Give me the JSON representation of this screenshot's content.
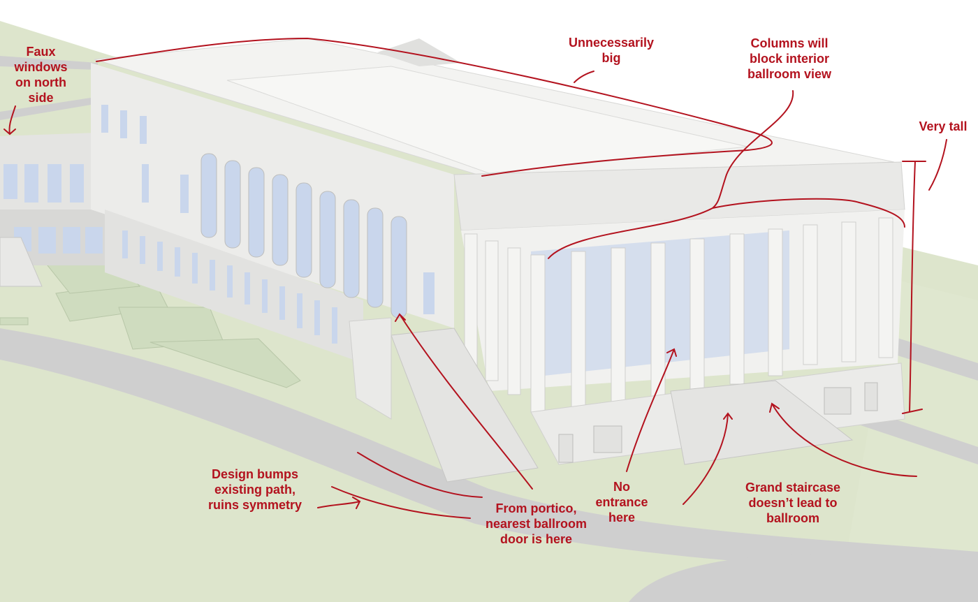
{
  "colors": {
    "annotation": "#b3121e",
    "lawn": "#dde5cc",
    "path": "#cfcfcf",
    "building": "#eeeeec",
    "building_shadow": "#d4d4d2",
    "glass": "#c9d6ec",
    "planter": "#cfdcbf",
    "background": "#ffffff"
  },
  "annotations": [
    {
      "id": "faux-windows",
      "text": "Faux\nwindows\non north\nside"
    },
    {
      "id": "unnecessarily-big",
      "text": "Unnecessarily\nbig"
    },
    {
      "id": "columns-block-view",
      "text": "Columns will\nblock interior\nballroom view"
    },
    {
      "id": "very-tall",
      "text": "Very tall"
    },
    {
      "id": "design-bumps-path",
      "text": "Design bumps\nexisting path,\nruins symmetry"
    },
    {
      "id": "nearest-ballroom-door",
      "text": "From portico,\nnearest ballroom\ndoor is here"
    },
    {
      "id": "no-entrance",
      "text": "No\nentrance\nhere"
    },
    {
      "id": "grand-staircase",
      "text": "Grand staircase\ndoesn’t lead to\nballroom"
    }
  ]
}
